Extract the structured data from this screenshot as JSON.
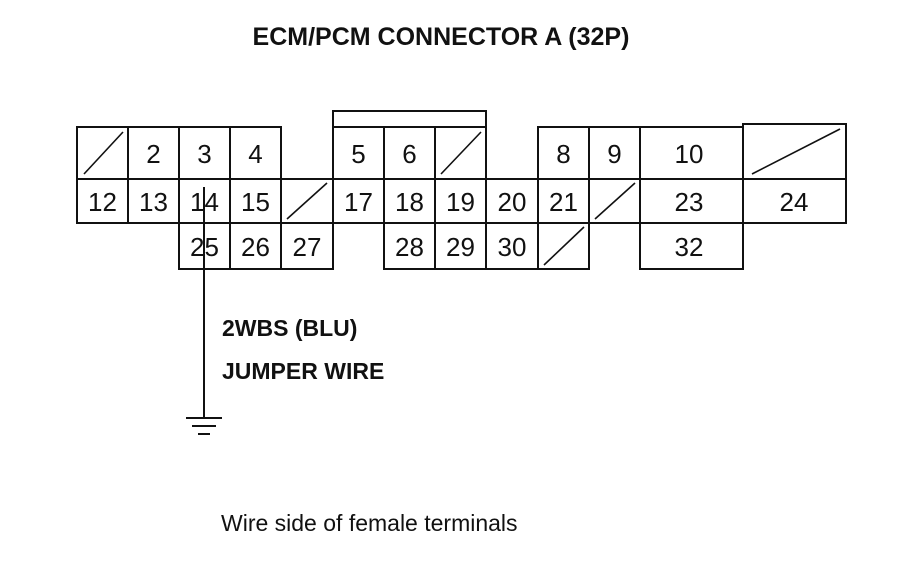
{
  "title": "ECM/PCM CONNECTOR A (32P)",
  "wire": {
    "line1": "2WBS (BLU)",
    "line2": "JUMPER WIRE"
  },
  "footer": "Wire side of female terminals",
  "pins": {
    "p2": "2",
    "p3": "3",
    "p4": "4",
    "p5": "5",
    "p6": "6",
    "p8": "8",
    "p9": "9",
    "p10": "10",
    "p12": "12",
    "p13": "13",
    "p14": "14",
    "p15": "15",
    "p17": "17",
    "p18": "18",
    "p19": "19",
    "p20": "20",
    "p21": "21",
    "p23": "23",
    "p24": "24",
    "p25": "25",
    "p26": "26",
    "p27": "27",
    "p28": "28",
    "p29": "29",
    "p30": "30",
    "p32": "32"
  }
}
